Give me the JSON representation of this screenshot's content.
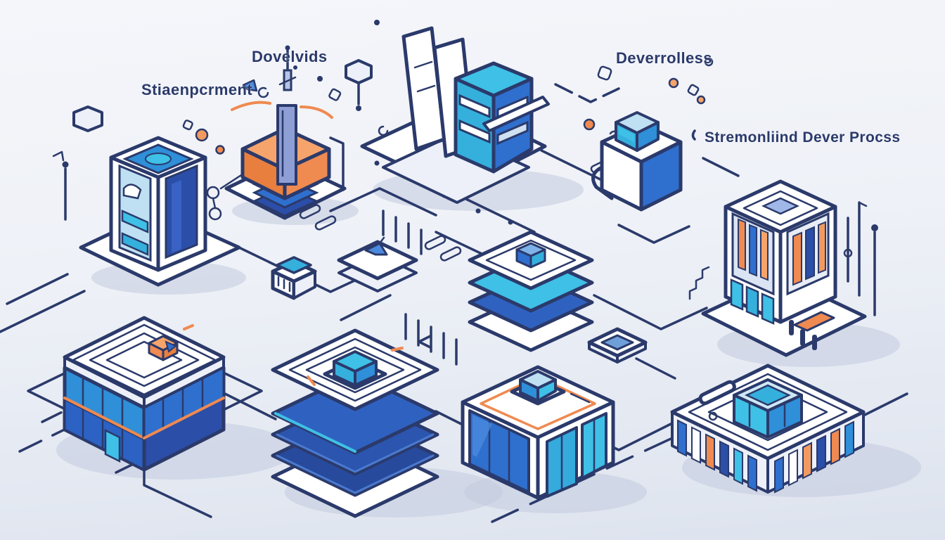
{
  "scene": {
    "background_top": "#f5f6fa",
    "background_bottom": "#dde3ee",
    "outline_color": "#2b3a6b",
    "palette": {
      "blue": "#2f6fce",
      "dark_blue": "#2b4ea8",
      "light_blue": "#4aa2e2",
      "cyan": "#3fc0e6",
      "pale_blue": "#bfe0f2",
      "orange": "#ef8a50",
      "light_orange": "#f6a46b",
      "white": "#ffffff"
    }
  },
  "labels": {
    "development": "Stiaenpcrment",
    "devtools": "Dovelvids",
    "serverless": "Deverrolless",
    "streamline": "Stremonliind Dever Procss"
  }
}
